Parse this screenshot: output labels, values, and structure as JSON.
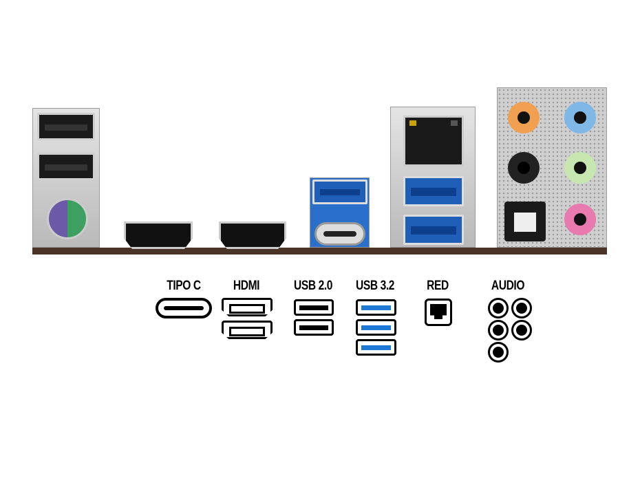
{
  "legend": {
    "type_c": "TIPO C",
    "hdmi": "HDMI",
    "usb20": "USB 2.0",
    "usb32": "USB 3.2",
    "lan": "RED",
    "audio": "AUDIO"
  },
  "colors": {
    "usb3_blue": "#1e78d6",
    "audio_orange": "#f0a050",
    "audio_blue": "#7fb8e6",
    "audio_green": "#c8e6b0",
    "audio_pink": "#e87ab0",
    "ps2_purple": "#6a5aa8",
    "ps2_green": "#3da060",
    "board": "#4a3428"
  }
}
